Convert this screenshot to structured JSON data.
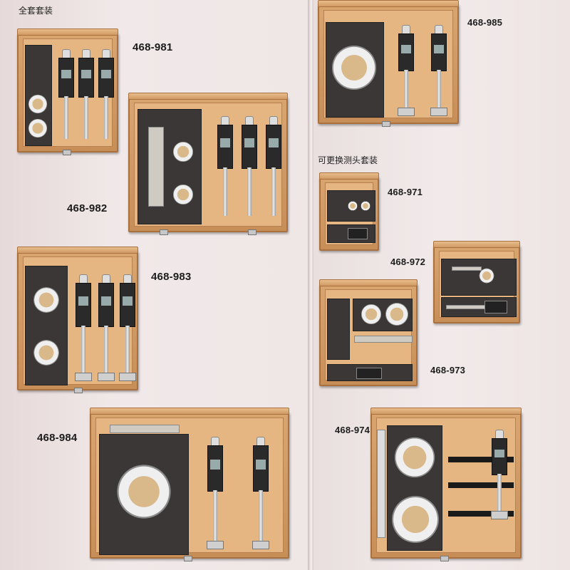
{
  "left_page": {
    "section_label": "全套套装",
    "items": [
      {
        "model": "468-981"
      },
      {
        "model": "468-982"
      },
      {
        "model": "468-983"
      },
      {
        "model": "468-984"
      }
    ]
  },
  "right_page": {
    "section_label": "可更换测头套装",
    "items": [
      {
        "model": "468-985"
      },
      {
        "model": "468-971"
      },
      {
        "model": "468-972"
      },
      {
        "model": "468-973"
      },
      {
        "model": "468-974"
      }
    ]
  },
  "colors": {
    "case_wood": "#d9a56f",
    "foam": "#3a3736",
    "paper": "#ece4e4"
  }
}
